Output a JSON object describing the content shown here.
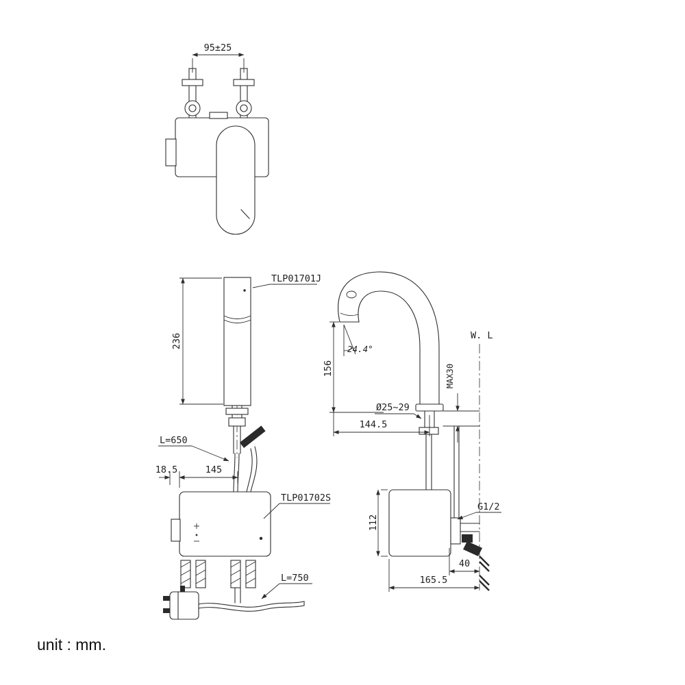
{
  "drawing": {
    "unit_label": "unit : mm.",
    "top_view": {
      "dim_spacing": "95±25"
    },
    "front_view": {
      "part_label_spout": "TLP01701J",
      "part_label_controller": "TLP01702S",
      "dim_height": "236",
      "dim_offset": "18.5",
      "dim_center": "145",
      "hose_length": "L=650",
      "cord_length": "L=750"
    },
    "side_view": {
      "dim_spout_height": "156",
      "dim_angle": "24.4°",
      "dim_outlet_dia": "Ø25~29",
      "dim_reach": "144.5",
      "dim_max_deck": "MAX30",
      "water_line_label": "W. L",
      "dim_controller_height": "112",
      "thread_label": "G1/2",
      "dim_valve_offset": "40",
      "dim_total_depth": "165.5"
    }
  }
}
